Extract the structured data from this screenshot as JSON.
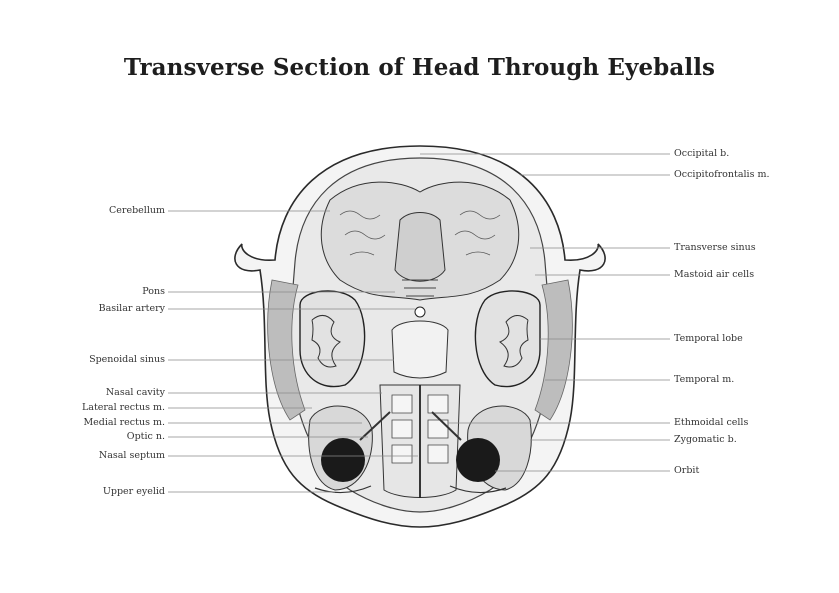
{
  "title": "Transverse Section of Head Through Eyeballs",
  "labels": {
    "left": [
      "Cerebellum",
      "Pons",
      "Basilar artery",
      "Spenoidal sinus",
      "Nasal cavity",
      "Lateral rectus m.",
      "Medial rectus m.",
      "Optic n.",
      "Nasal septum",
      "Upper eyelid"
    ],
    "right": [
      "Occipital b.",
      "Occipitofrontalis m.",
      "Transverse sinus",
      "Mastoid air cells",
      "Temporal lobe",
      "Temporal m.",
      "Ethmoidal cells",
      "Zygomatic b.",
      "Orbit"
    ]
  },
  "colors": {
    "ink": "#2a2a2a",
    "leader": "#8a8a8a",
    "shade": "#bdbdbd",
    "dark": "#1a1a1a"
  }
}
